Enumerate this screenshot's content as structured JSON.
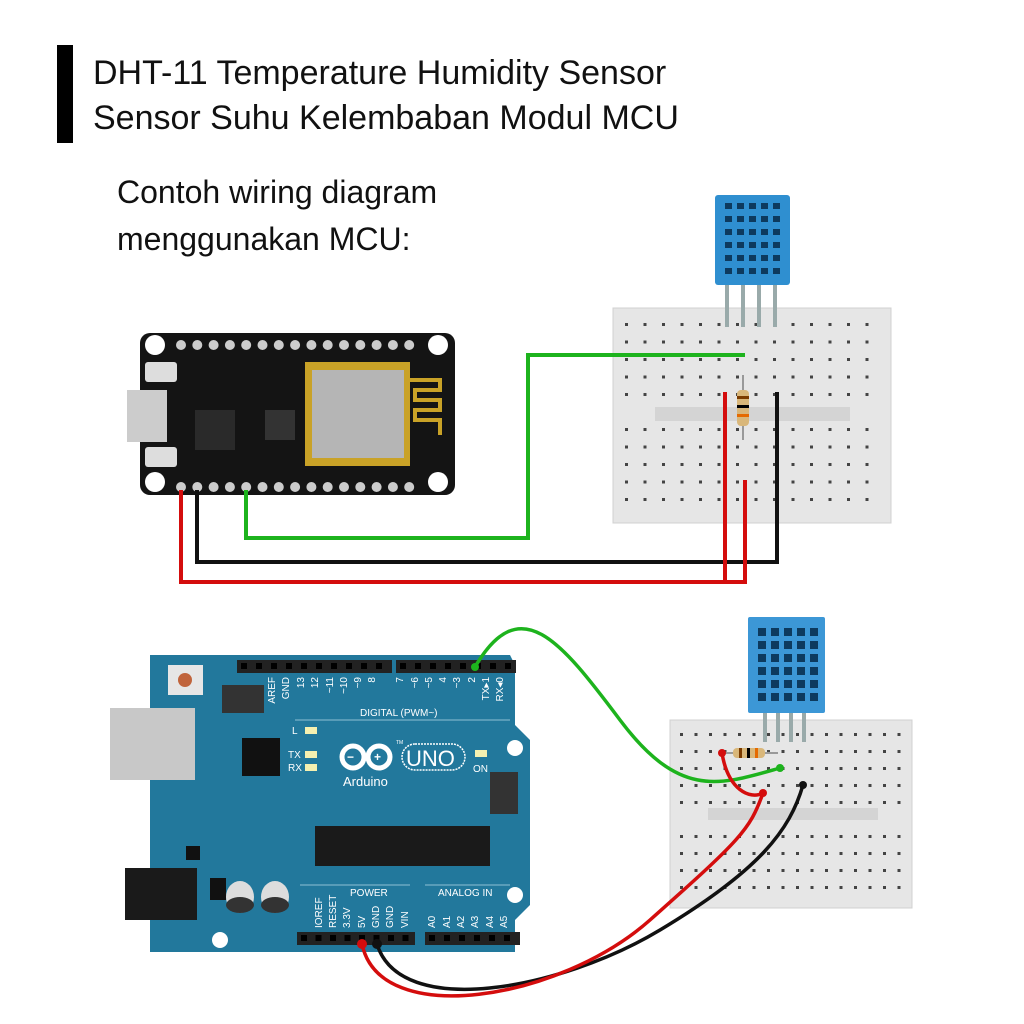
{
  "header": {
    "title_line1": "DHT-11 Temperature Humidity Sensor",
    "title_line2": "Sensor Suhu Kelembaban Modul MCU"
  },
  "intro": {
    "line1": "Contoh wiring diagram",
    "line2": "menggunakan MCU:"
  },
  "arduino": {
    "digital_pins": [
      "AREF",
      "GND",
      "13",
      "12",
      "~11",
      "~10",
      "~9",
      "8",
      "7",
      "~6",
      "~5",
      "4",
      "~3",
      "2",
      "TX▸1",
      "RX◂0"
    ],
    "digital_label": "DIGITAL (PWM~)",
    "led_l": "L",
    "led_tx": "TX",
    "led_rx": "RX",
    "led_on": "ON",
    "logo_uno": "UNO",
    "logo_tm": "TM",
    "brand": "Arduino",
    "power_label": "POWER",
    "power_pins": [
      "IOREF",
      "RESET",
      "3.3V",
      "5V",
      "GND",
      "GND",
      "VIN"
    ],
    "analog_label": "ANALOG IN",
    "analog_pins": [
      "A0",
      "A1",
      "A2",
      "A3",
      "A4",
      "A5"
    ]
  },
  "colors": {
    "arduino_blue": "#22789c",
    "wire_red": "#d40d0d",
    "wire_black": "#111111",
    "wire_green": "#1db31d",
    "dht_blue": "#2f8fd0",
    "breadboard": "#e6e6e6"
  }
}
